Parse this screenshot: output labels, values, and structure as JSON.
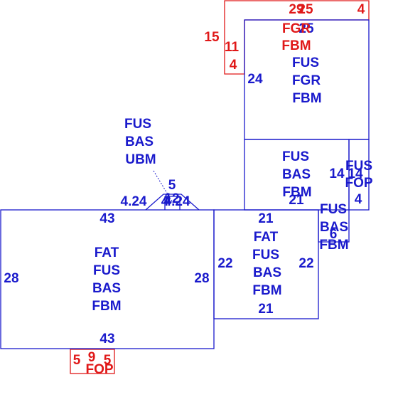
{
  "colors": {
    "primary": "#1a1acc",
    "secondary": "#e01818"
  },
  "areas": {
    "main": {
      "lines": [
        "FAT",
        "FUS",
        "BAS",
        "FBM"
      ],
      "top": "43",
      "bottom": "43",
      "left": "28",
      "right": "28"
    },
    "addition": {
      "lines": [
        "FAT",
        "FUS",
        "BAS",
        "FBM"
      ],
      "top": "21",
      "bottom": "21",
      "left": "22",
      "right": "22"
    },
    "bay_window": {
      "lines": [
        "FUS",
        "BAS",
        "UBM"
      ],
      "top": "5",
      "left_side": "4.24",
      "right_side": "4.24",
      "inner_a": "4",
      "inner_b": "12"
    },
    "middle_block": {
      "lines": [
        "FUS",
        "BAS",
        "FBM"
      ],
      "bottom": "21",
      "right": "14"
    },
    "upper_block": {
      "lines": [
        "FUS",
        "FGR",
        "FBM"
      ],
      "left": "24",
      "top": "25"
    },
    "garage_overlay": {
      "lines": [
        "FGR",
        "FBM"
      ],
      "top": "29",
      "top_right": "4",
      "left_outer": "15",
      "left_a": "11",
      "left_b": "4",
      "inner": "25"
    },
    "side_porch": {
      "lines": [
        "FUS",
        "FOP"
      ],
      "left": "14",
      "right": "4"
    },
    "small_block": {
      "lines": [
        "FUS",
        "BAS",
        "FBM"
      ],
      "inner": "6"
    },
    "front_porch": {
      "label": "FOP",
      "left": "5",
      "middle": "9",
      "right": "5"
    }
  }
}
